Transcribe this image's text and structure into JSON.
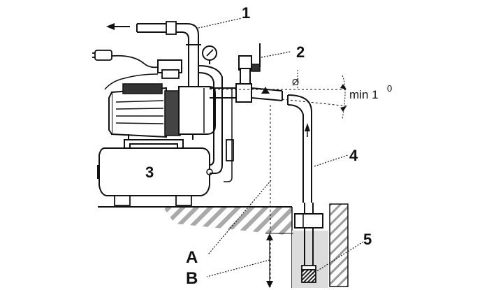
{
  "callouts": {
    "c1": "1",
    "c2": "2",
    "c3": "3",
    "c4": "4",
    "c5": "5",
    "a": "A",
    "b": "B"
  },
  "annotations": {
    "diameter_symbol": "Ø",
    "min_angle_prefix": "min 1",
    "min_angle_degree": "0"
  },
  "colors": {
    "line": "#111111",
    "hatch": "#9a9a9a",
    "water": "#d8d8d8"
  }
}
